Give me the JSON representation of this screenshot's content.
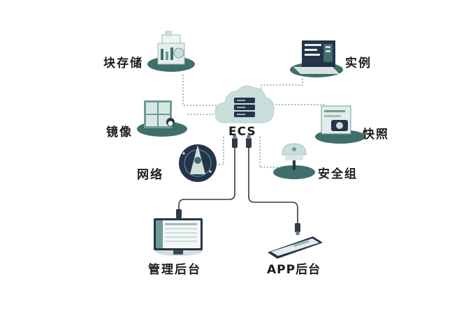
{
  "center": {
    "label": "ECS"
  },
  "nodes": {
    "block_storage": "块存储",
    "image": "镜像",
    "network": "网络",
    "instance": "实例",
    "snapshot": "快照",
    "security_group": "安全组",
    "admin_console": "管理后台",
    "app_backend": "APP后台"
  },
  "colors": {
    "teal_dark": "#3f6f6b",
    "teal_mid": "#6e9c96",
    "teal_light": "#c9dedb",
    "navy": "#24344a",
    "dotted": "#5a9a92",
    "cable": "#2f3b48"
  }
}
